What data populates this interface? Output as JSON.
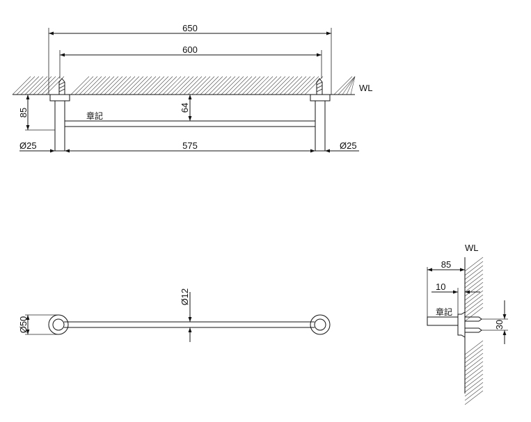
{
  "front_view": {
    "overall_width": "650",
    "fixing_centers": "600",
    "bar_clear_length": "575",
    "wall_projection": "85",
    "bar_center_drop": "64",
    "post_diameter_left": "Ø25",
    "post_diameter_right": "Ø25",
    "wall_label": "WL",
    "logo_mark": "章記"
  },
  "top_view": {
    "rosette_diameter": "Ø50",
    "bar_diameter": "Ø12"
  },
  "side_view": {
    "wall_label": "WL",
    "projection": "85",
    "rosette_thickness": "10",
    "fixing_spacing": "30",
    "logo_mark": "章記"
  }
}
